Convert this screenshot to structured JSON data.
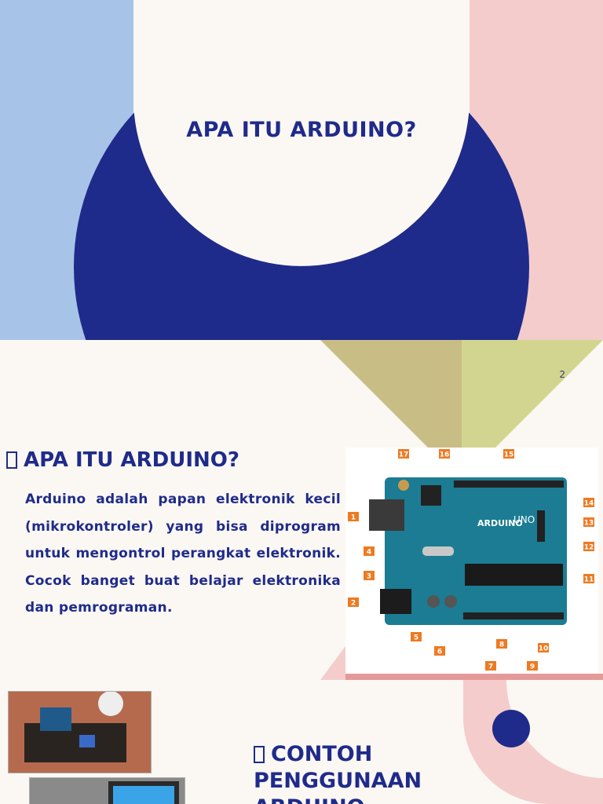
{
  "slide1": {
    "title": "APA ITU ARDUINO?"
  },
  "slide2": {
    "page_number": "2",
    "heading": "APA ITU ARDUINO?",
    "paragraph": "Arduino adalah papan elektronik kecil (mikrokontroler) yang bisa diprogram untuk mengontrol perangkat elektronik. Cocok banget buat belajar elektronika dan pemrograman.",
    "board_image": {
      "brand_text": "ARDUINO",
      "model_text": "UNO",
      "callouts": [
        "1",
        "2",
        "3",
        "4",
        "5",
        "6",
        "7",
        "8",
        "9",
        "10",
        "11",
        "12",
        "13",
        "14",
        "15",
        "16",
        "17"
      ]
    },
    "section_heading_line1": "CONTOH",
    "section_heading_line2": "PENGGUNAAN",
    "section_heading_line3": "ARDUINO"
  },
  "colors": {
    "navy": "#1f2b8a",
    "light_blue": "#a8c3e8",
    "pink": "#f4cccc",
    "olive": "#c9bd86",
    "lime": "#d2d58f",
    "background": "#fbf7f2",
    "board_teal": "#1b7c93",
    "callout_orange": "#ee7a22"
  },
  "icons": [
    "bullet-square-icon"
  ]
}
